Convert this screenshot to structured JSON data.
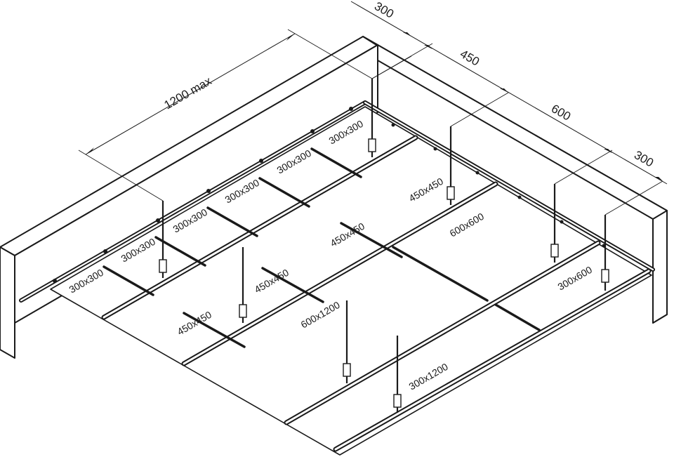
{
  "dimensions": {
    "left_span": "1200 max",
    "right_1": "300",
    "right_2": "450",
    "right_3": "600",
    "right_4": "300"
  },
  "panels": {
    "row1": [
      "300x300",
      "300x300",
      "300x300",
      "300x300",
      "300x300",
      "300x300"
    ],
    "row2": [
      "450x450",
      "450x450",
      "450x450",
      "450x450"
    ],
    "row3": [
      "600x600",
      "600x1200"
    ],
    "row4": [
      "300x600",
      "300x1200"
    ]
  }
}
